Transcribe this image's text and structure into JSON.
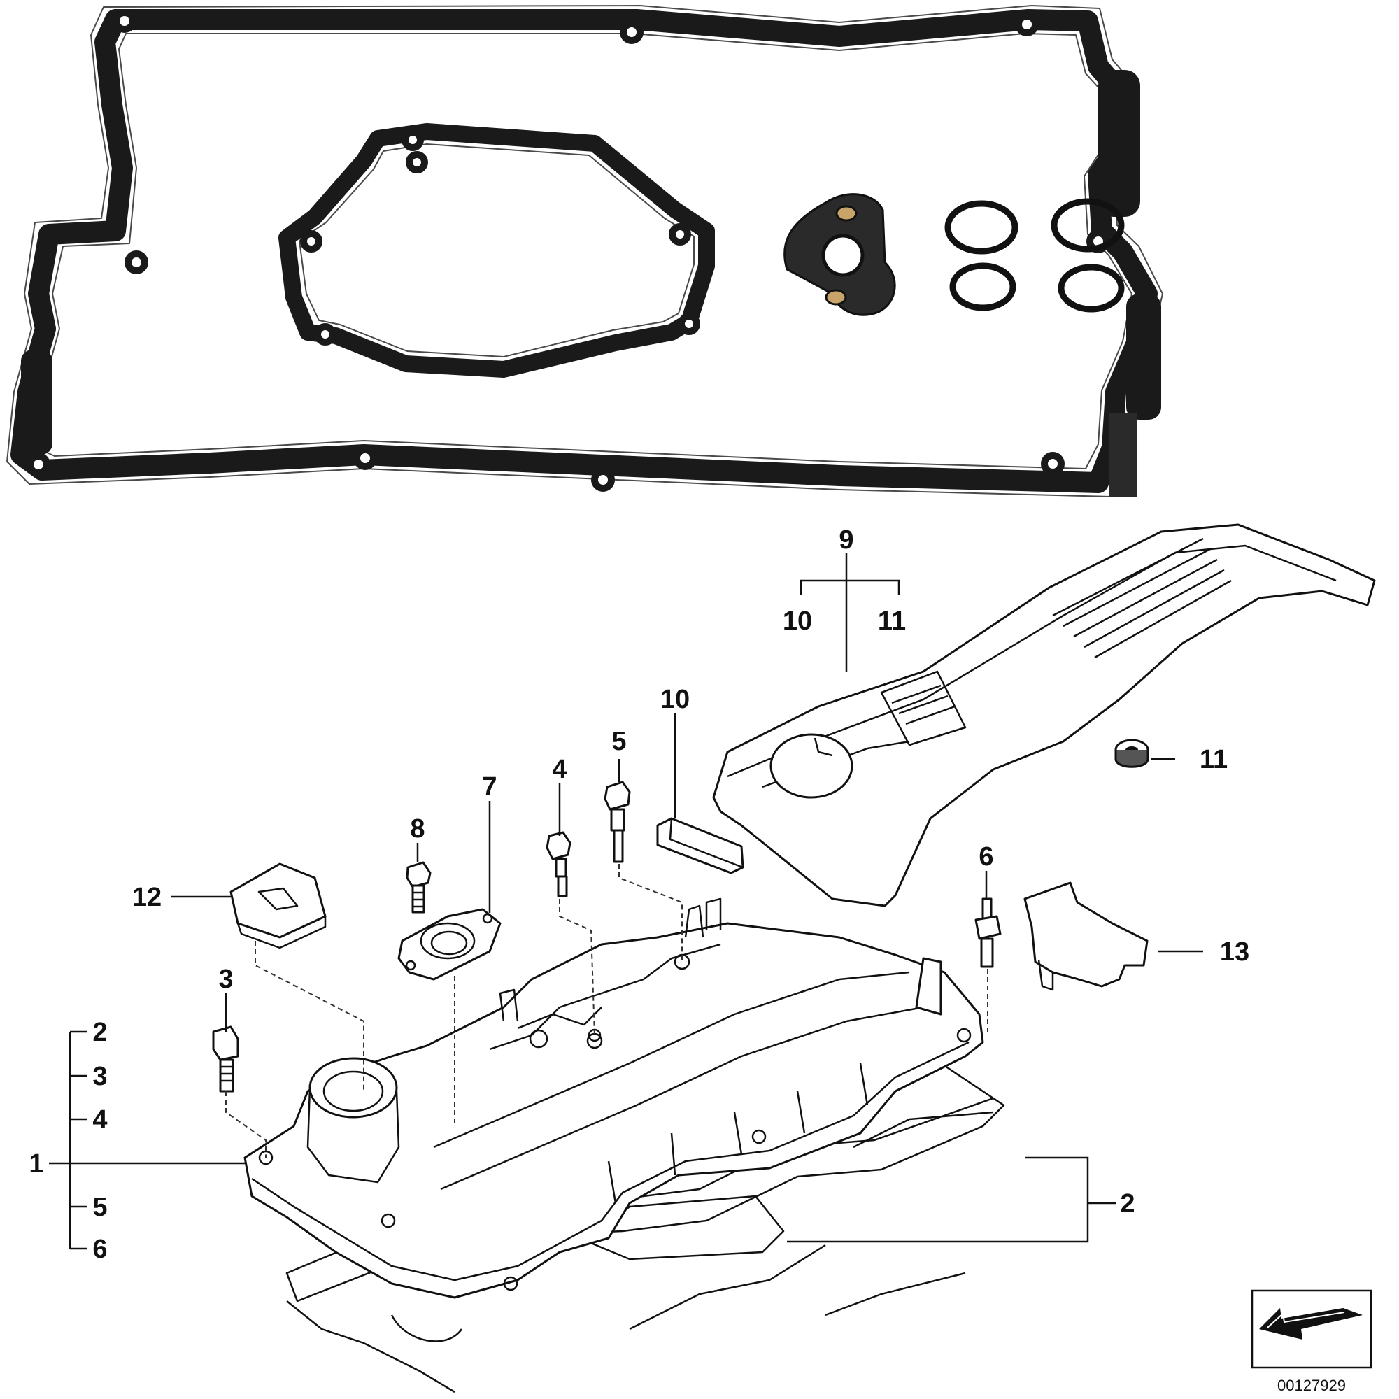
{
  "diagram": {
    "callouts": {
      "c1": "1",
      "c2_top": "2",
      "c3_top": "3",
      "c4_top": "4",
      "c5_bottom": "5",
      "c6_bottom": "6",
      "c2_right": "2",
      "c3_bolt": "3",
      "c4_bolt": "4",
      "c5_bolt": "5",
      "c6_bolt": "6",
      "c7": "7",
      "c8": "8",
      "c9": "9",
      "c10_left": "10",
      "c11_right": "11",
      "c10_strip": "10",
      "c11_grommet": "11",
      "c12": "12",
      "c13": "13"
    },
    "part_number": "00127929"
  },
  "colors": {
    "gasket": "#1a1a1a",
    "seal_insert": "#c9a46a",
    "line_art": "#111111",
    "background": "#ffffff"
  }
}
